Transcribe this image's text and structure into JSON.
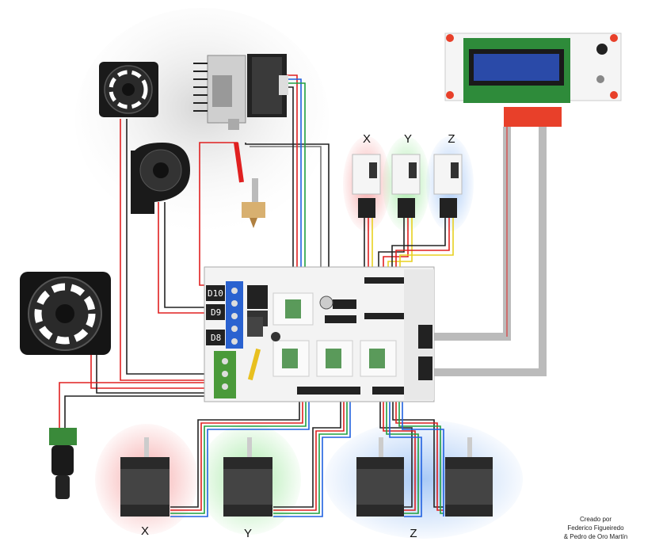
{
  "endstop_labels": {
    "x": "X",
    "y": "Y",
    "z": "Z"
  },
  "motor_labels": {
    "x": "X",
    "y": "Y",
    "z": "Z"
  },
  "board_pins": {
    "d10": "D10",
    "d9": "D9",
    "d8": "D8"
  },
  "credits": {
    "line1": "Creado por",
    "line2": "Federico Figueiredo",
    "line3": "& Pedro de Oro Martín"
  },
  "colors": {
    "wire_red": "#e02020",
    "wire_black": "#222222",
    "wire_blue": "#2060e0",
    "wire_green": "#20a040",
    "wire_yellow": "#e8d020",
    "glow_x": "#f5a0a0",
    "glow_y": "#a0e8a0",
    "glow_z": "#a0c4f5",
    "lcd_screen": "#2a4aa8",
    "lcd_pcb": "#2e8b3a",
    "adapter_red": "#e8402a",
    "terminal_blue": "#2a62d0",
    "terminal_green": "#4a9a3a"
  }
}
